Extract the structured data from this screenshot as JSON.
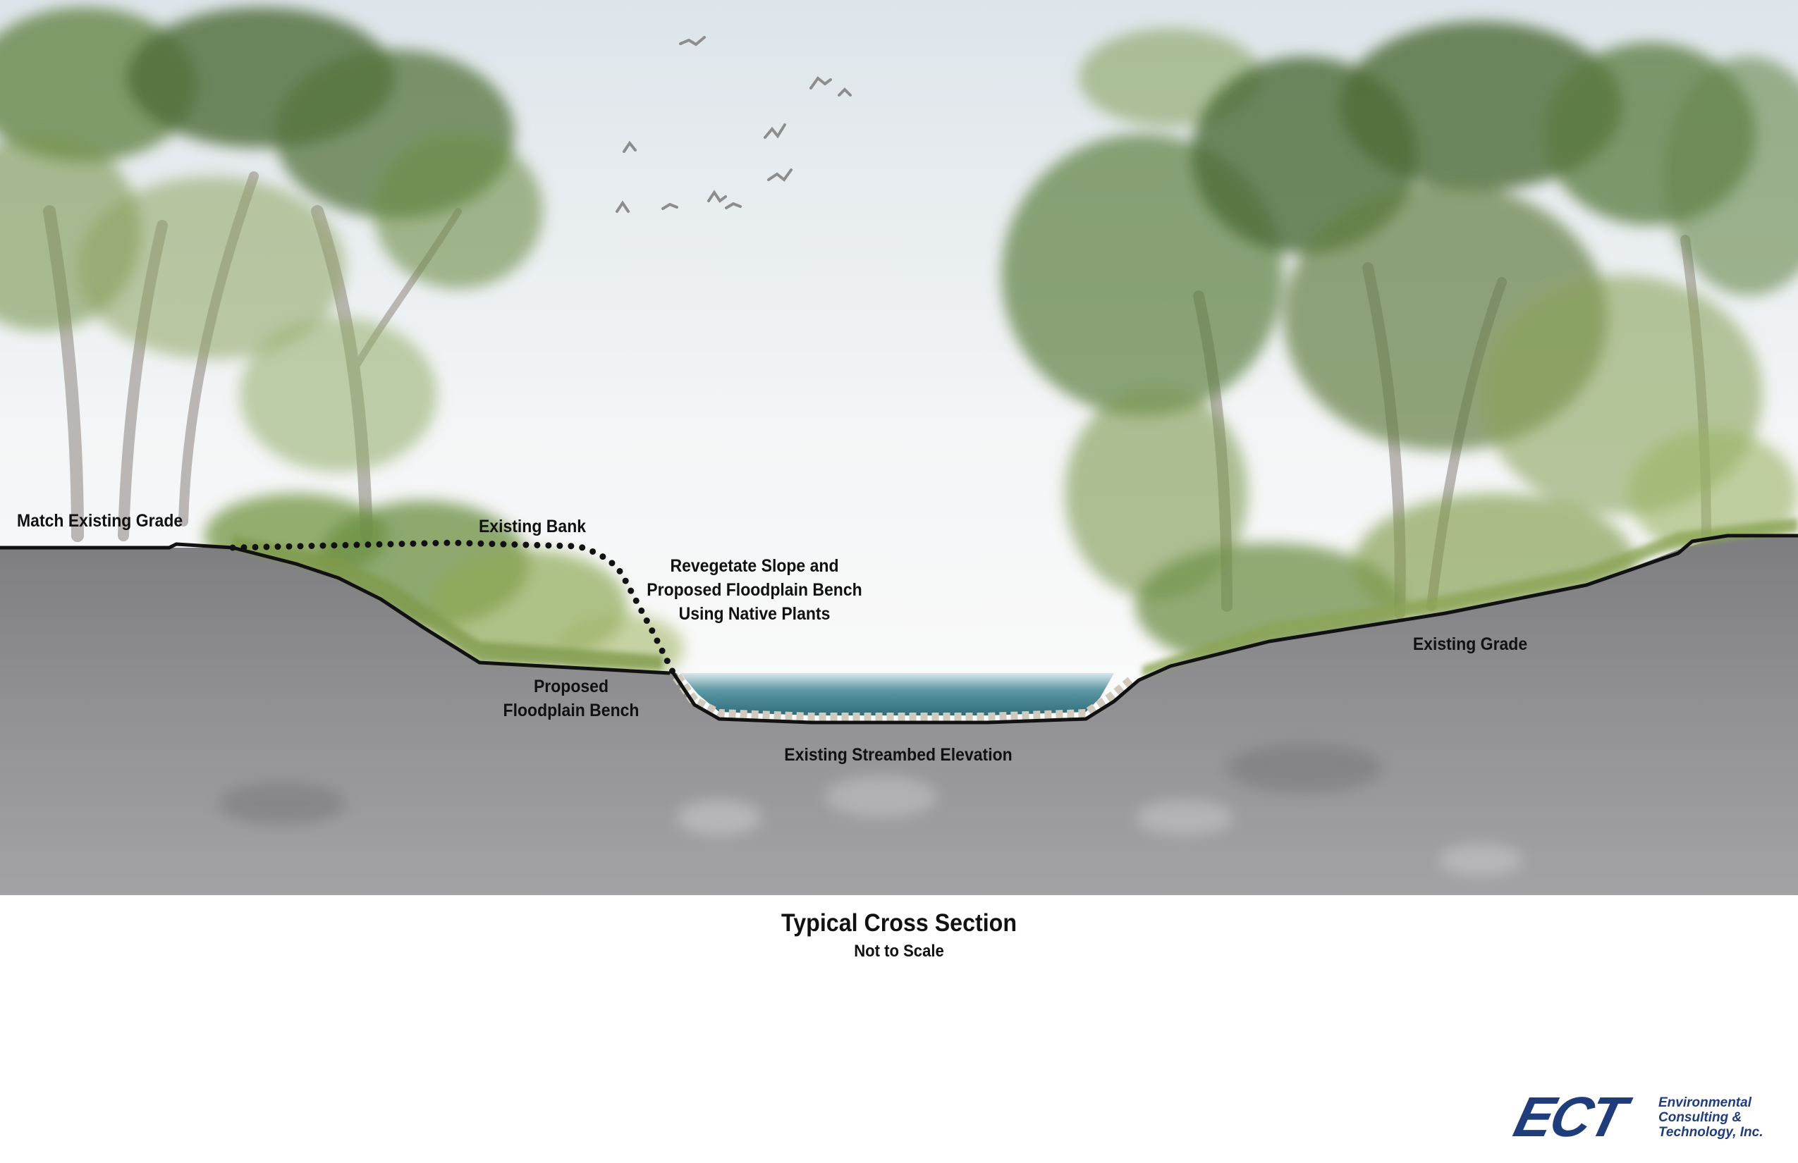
{
  "labels": {
    "match_existing_grade": "Match Existing Grade",
    "existing_bank": "Existing Bank",
    "revegetate": [
      "Revegetate Slope and",
      "Proposed Floodplain Bench",
      "Using Native Plants"
    ],
    "proposed_floodplain_bench": [
      "Proposed",
      "Floodplain Bench"
    ],
    "existing_streambed_elevation": "Existing Streambed Elevation",
    "existing_grade": "Existing Grade"
  },
  "caption": {
    "title": "Typical Cross Section",
    "subtitle": "Not to Scale"
  },
  "logo": {
    "mark": "ECT",
    "lines": [
      "Environmental",
      "Consulting &",
      "Technology, Inc."
    ],
    "color": "#1f3d7a"
  },
  "colors": {
    "ground": "#8f8f91",
    "water": "#3f7f8c",
    "foliage_dark": "#4d6b35",
    "foliage_light": "#8faa5a",
    "sky": "#eef2f4"
  }
}
